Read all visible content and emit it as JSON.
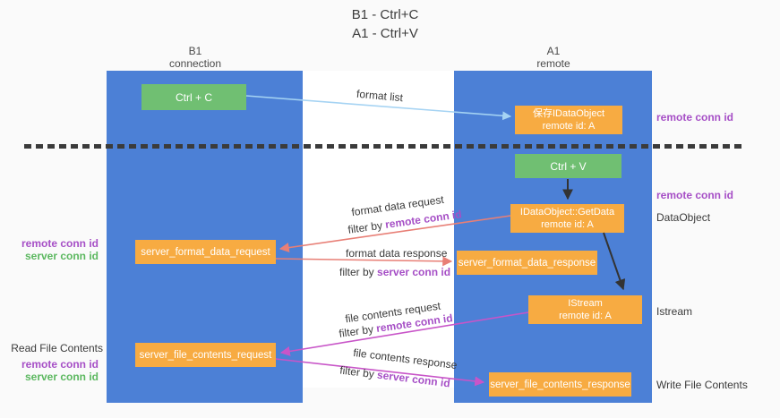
{
  "title": {
    "line1": "B1 - Ctrl+C",
    "line2": "A1 - Ctrl+V"
  },
  "lanes": {
    "left": {
      "name": "B1",
      "subtitle": "connection"
    },
    "right": {
      "name": "A1",
      "subtitle": "remote"
    }
  },
  "nodes": {
    "ctrl_c": {
      "label": "Ctrl + C"
    },
    "ctrl_v": {
      "label": "Ctrl + V"
    },
    "save_dataobject": {
      "line1": "保存IDataObject",
      "line2": "remote id: A"
    },
    "getdata": {
      "line1": "IDataObject::GetData",
      "line2": "remote id: A"
    },
    "istream": {
      "line1": "IStream",
      "line2": "remote id: A"
    },
    "format_request": {
      "label": "server_format_data_request"
    },
    "format_response": {
      "label": "server_format_data_response"
    },
    "file_request": {
      "label": "server_file_contents_request"
    },
    "file_response": {
      "label": "server_file_contents_response"
    }
  },
  "edge_labels": {
    "format_list": "format list",
    "format_data_request": "format data request",
    "format_data_response": "format data response",
    "file_contents_request": "file contents request",
    "file_contents_response": "file contents response",
    "filter_by": "filter by ",
    "remote_conn_id": "remote conn id",
    "server_conn_id": "server conn id"
  },
  "annotations": {
    "left_remote_conn_id_1": "remote conn id",
    "left_server_conn_id_1": "server conn id",
    "read_file_contents": "Read File Contents",
    "left_remote_conn_id_2": "remote conn id",
    "left_server_conn_id_2": "server conn id",
    "right_remote_conn_id_top": "remote conn id",
    "right_remote_conn_id_mid": "remote conn id",
    "dataobject": "DataObject",
    "istream": "Istream",
    "write_file_contents": "Write File Contents"
  },
  "colors": {
    "lane_blue": "#4c80d6",
    "box_orange": "#f7ab42",
    "box_green": "#70bf72",
    "arrow_light_blue": "#a5d3f3",
    "arrow_black": "#333333",
    "arrow_salmon": "#e87f76",
    "arrow_magenta": "#c855c8",
    "label_purple": "#a64fc6",
    "label_green": "#5cb860"
  }
}
